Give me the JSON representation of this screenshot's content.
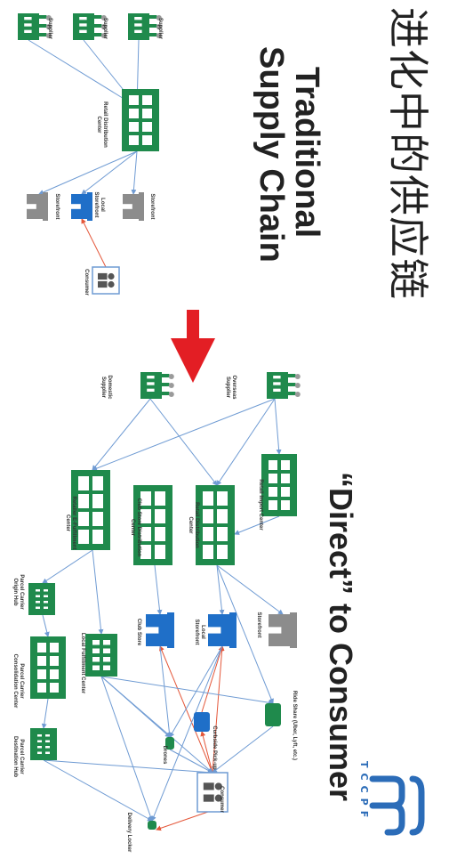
{
  "title_cn": "进化中的供应链",
  "title_traditional": "Traditional\nSupply Chain",
  "title_traditional_1": "Traditional",
  "title_traditional_2": "Supply Chain",
  "title_direct": "“Direct” to Consumer",
  "logo_text": "TCCPF",
  "colors": {
    "green": "#1f8a4c",
    "blue": "#1f6fc8",
    "gray": "#8c8c8c",
    "arrow_red": "#e31e24",
    "link_blue": "#6f9bd3",
    "link_red": "#e4573a"
  },
  "traditional": {
    "supplier_1": "Supplier",
    "supplier_2": "Supplier",
    "supplier_3": "Supplier",
    "distribution_center": "Retail Distribution\nCenter",
    "storefront_left": "Storefront",
    "local_storefront": "Local\nStorefront",
    "storefront_right": "Storefront",
    "consumer": "Consumer"
  },
  "direct": {
    "overseas_supplier": "Overseas\nSupplier",
    "domestic_supplier": "Domestic\nSupplier",
    "retail_import_center": "Retail Import Center",
    "retail_distribution_center": "Retail Distribution\nCenter",
    "club_store_distribution_center": "Club Store Distribution\nCenter",
    "retailer_efulfillment_center": "Retailer E-Fulfillment\nCenter",
    "storefront": "Storefront",
    "local_storefront": "Local\nStorefront",
    "club_store": "Club Store",
    "local_fulfillment_center": "Local Fulfillment Center",
    "parcel_origin_hub": "Parcel Carrier\nOrigin Hub",
    "parcel_consolidation_center": "Parcel Carrier\nConsolidation Center",
    "parcel_destination_hub": "Parcel Carrier\nDestination Hub",
    "ride_share": "Ride Share (Uber, Lyft, etc.)",
    "curbside_pickup": "Curbside Pick-up",
    "drones": "Drones",
    "consumer": "Consumer",
    "delivery_locker": "Delivery Locker"
  }
}
